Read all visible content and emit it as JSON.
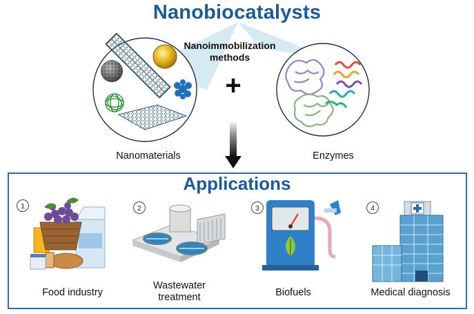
{
  "title": "Nanobiocatalysts",
  "method_label": "Nanoimmobilization\nmethods",
  "method_line1": "Nanoimmobilization",
  "method_line2": "methods",
  "left_caption": "Nanomaterials",
  "right_caption": "Enzymes",
  "plus_symbol": "+",
  "applications_title": "Applications",
  "applications": [
    {
      "number": "1",
      "label_line1": "Food industry",
      "label_line2": "",
      "icon": "food-basket-icon"
    },
    {
      "number": "2",
      "label_line1": "Wastewater",
      "label_line2": "treatment",
      "icon": "water-treatment-plant-icon"
    },
    {
      "number": "3",
      "label_line1": "Biofuels",
      "label_line2": "",
      "icon": "fuel-pump-icon"
    },
    {
      "number": "4",
      "label_line1": "Medical diagnosis",
      "label_line2": "",
      "icon": "hospital-icon"
    }
  ],
  "colors": {
    "title": "#1d5a96",
    "frame": "#2e6da4",
    "cone": "#cfe6f1",
    "circle_stroke": "#1f2d3d"
  }
}
